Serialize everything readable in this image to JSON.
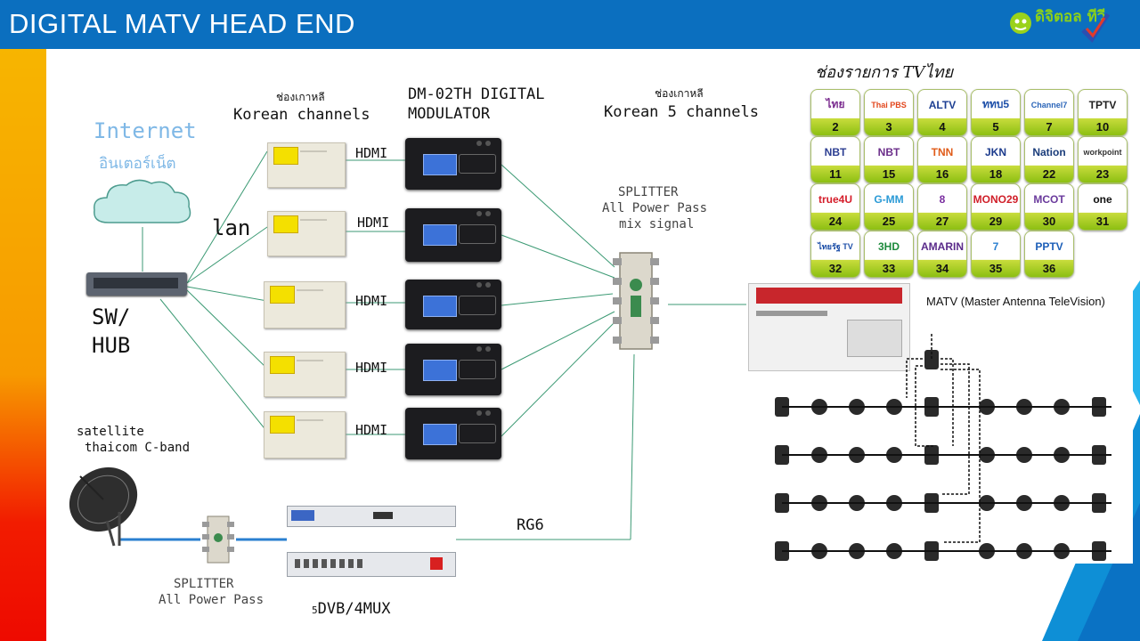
{
  "header": {
    "title": "DIGITAL MATV HEAD END",
    "brand_logo_text": "ดิจิตอล ทีวี"
  },
  "internet": {
    "label_en": "Internet",
    "label_th": "อินเตอร์เน็ต"
  },
  "switch": {
    "label_line1": "SW/",
    "label_line2": "HUB",
    "lan_label": "lan"
  },
  "korean_channels": {
    "label_th": "ช่องเกาหลี",
    "label_en": "Korean channels"
  },
  "modulator": {
    "label_line1": "DM-02TH DIGITAL",
    "label_line2": "MODULATOR"
  },
  "korean_5": {
    "label_th": "ช่องเกาหลี",
    "label_en": "Korean 5 channels"
  },
  "hdmi_labels": [
    "HDMI",
    "HDMI",
    "HDMI",
    "HDMI",
    "HDMI"
  ],
  "splitter_mix": {
    "line1": "SPLITTER",
    "line2": "All Power Pass",
    "line3": "mix signal"
  },
  "satellite": {
    "line1": "satellite",
    "line2": "thaicom C-band"
  },
  "splitter_sat": {
    "line1": "SPLITTER",
    "line2": "All Power Pass"
  },
  "mux": {
    "label_prefix": "5",
    "label": "DVB/4MUX"
  },
  "cable": {
    "label": "RG6"
  },
  "tv_channels": {
    "heading": "ช่องรายการ TVไทย",
    "logos": [
      {
        "name": "ch2-icon",
        "mark": "ไทย",
        "num": "2",
        "color": "#7b2c8f"
      },
      {
        "name": "thaipbs-icon",
        "mark": "Thai PBS",
        "num": "3",
        "color": "#e2461c"
      },
      {
        "name": "altv-icon",
        "mark": "ALTV",
        "num": "4",
        "color": "#1d3f92"
      },
      {
        "name": "ch5-icon",
        "mark": "ททบ5",
        "num": "5",
        "color": "#1d4fa8"
      },
      {
        "name": "ch7-icon",
        "mark": "Channel7",
        "num": "7",
        "color": "#2b65b8"
      },
      {
        "name": "tptv-icon",
        "mark": "TPTV",
        "num": "10",
        "color": "#222222"
      },
      {
        "name": "nbt-icon",
        "mark": "NBT",
        "num": "11",
        "color": "#2c3e92"
      },
      {
        "name": "ch15-icon",
        "mark": "NBT",
        "num": "15",
        "color": "#6b2e8a"
      },
      {
        "name": "tnn-icon",
        "mark": "TNN",
        "num": "16",
        "color": "#e05c1a"
      },
      {
        "name": "jkn-icon",
        "mark": "JKN",
        "num": "18",
        "color": "#1b3a8c"
      },
      {
        "name": "nation-icon",
        "mark": "Nation",
        "num": "22",
        "color": "#1a3c7a"
      },
      {
        "name": "workpoint-icon",
        "mark": "workpoint",
        "num": "23",
        "color": "#333333"
      },
      {
        "name": "true4u-icon",
        "mark": "true4U",
        "num": "24",
        "color": "#d51d2a"
      },
      {
        "name": "gmm-icon",
        "mark": "G-MM",
        "num": "25",
        "color": "#2a9ad6"
      },
      {
        "name": "ch8-icon",
        "mark": "8",
        "num": "27",
        "color": "#7a2ea0"
      },
      {
        "name": "mono29-icon",
        "mark": "MONO29",
        "num": "29",
        "color": "#d01f29"
      },
      {
        "name": "mcot-icon",
        "mark": "MCOT",
        "num": "30",
        "color": "#6a3a9c"
      },
      {
        "name": "one31-icon",
        "mark": "one",
        "num": "31",
        "color": "#111111"
      },
      {
        "name": "thairath-icon",
        "mark": "ไทยรัฐ TV",
        "num": "32",
        "color": "#1d4fa8"
      },
      {
        "name": "ch3-icon",
        "mark": "3HD",
        "num": "33",
        "color": "#1d8a3c"
      },
      {
        "name": "amarin-icon",
        "mark": "AMARIN",
        "num": "34",
        "color": "#5a2a8a"
      },
      {
        "name": "ch7hd-icon",
        "mark": "7",
        "num": "35",
        "color": "#2a7fd0"
      },
      {
        "name": "pptv-icon",
        "mark": "PPTV",
        "num": "36",
        "color": "#1d5fb8"
      }
    ]
  },
  "matv": {
    "title": "MATV (Master Antenna TeleVision)"
  }
}
